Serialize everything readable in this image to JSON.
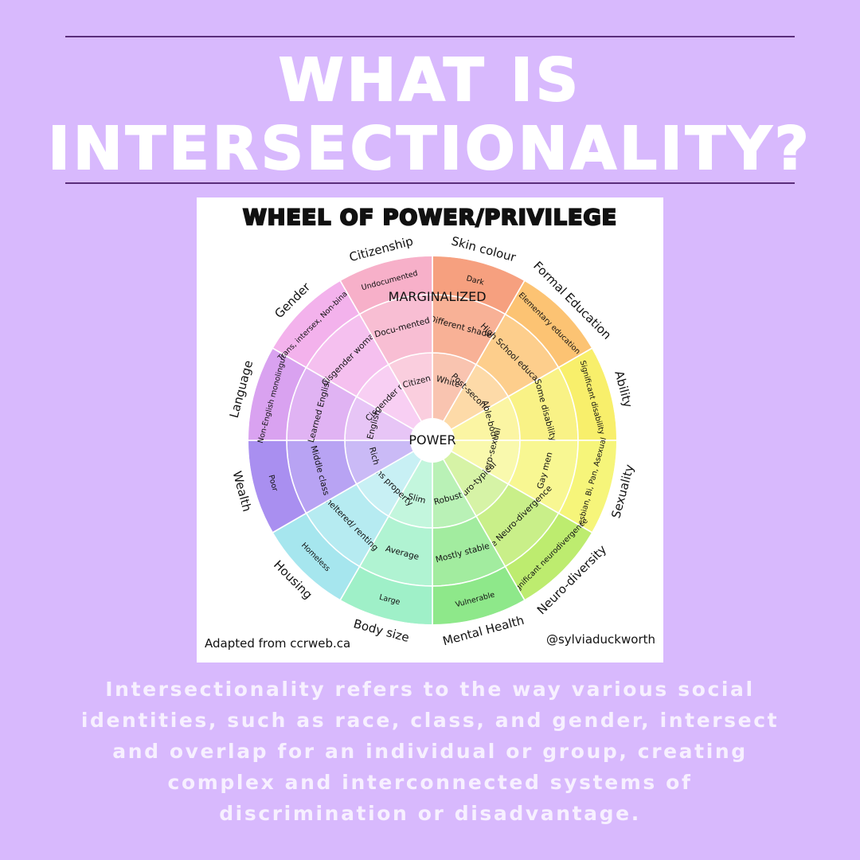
{
  "header": {
    "title_lines": [
      "WHAT IS",
      "INTERSECTIONALITY?"
    ]
  },
  "wheel": {
    "title": "WHEEL OF POWER/PRIVILEGE",
    "center_label": "POWER",
    "marginalized_label": "MARGINALIZED",
    "credit_left": "Adapted from ccrweb.ca",
    "credit_right": "@sylviaduckworth",
    "colors": {
      "skin": "#f6a07f",
      "education": "#fcc373",
      "ability": "#f8ef6b",
      "sexuality": "#f6f57a",
      "neurodiversity": "#bdec6f",
      "mental_health": "#8ee88a",
      "body_size": "#9ff0c8",
      "housing": "#a6e6ee",
      "wealth": "#a98ff0",
      "language": "#d9a2f0",
      "gender": "#f3b2ec",
      "citizenship": "#f7b0c9"
    },
    "segments": [
      {
        "category": "Skin colour",
        "center": -75,
        "color_key": "skin",
        "rings": [
          "White",
          "Different shades",
          "Dark"
        ]
      },
      {
        "category": "Formal Education",
        "center": -45,
        "color_key": "education",
        "rings": [
          "Post-secondary",
          "High School education",
          "Elementary education"
        ]
      },
      {
        "category": "Ability",
        "center": -15,
        "color_key": "ability",
        "rings": [
          "Able-bodied",
          "Some disability",
          "Significant disability"
        ]
      },
      {
        "category": "Sexuality",
        "center": 15,
        "color_key": "sexuality",
        "rings": [
          "Hetero-sexual",
          "Gay men",
          "Lesbian, Bi, Pan, Asexual"
        ]
      },
      {
        "category": "Neuro-diversity",
        "center": 45,
        "color_key": "neurodiversity",
        "rings": [
          "Neuro-typical",
          "Some Neuro-divergence",
          "Significant neurodivergence"
        ]
      },
      {
        "category": "Mental Health",
        "center": 75,
        "color_key": "mental_health",
        "rings": [
          "Robust",
          "Mostly stable",
          "Vulnerable"
        ]
      },
      {
        "category": "Body size",
        "center": 105,
        "color_key": "body_size",
        "rings": [
          "Slim",
          "Average",
          "Large"
        ]
      },
      {
        "category": "Housing",
        "center": 135,
        "color_key": "housing",
        "rings": [
          "Owns property",
          "Sheltered/ renting",
          "Homeless"
        ]
      },
      {
        "category": "Wealth",
        "center": 165,
        "color_key": "wealth",
        "rings": [
          "Rich",
          "Middle class",
          "Poor"
        ]
      },
      {
        "category": "Language",
        "center": 195,
        "color_key": "language",
        "rings": [
          "English",
          "Learned English",
          "Non-English monolingual"
        ]
      },
      {
        "category": "Gender",
        "center": 225,
        "color_key": "gender",
        "rings": [
          "Cisgender man",
          "Cisgender woman",
          "Trans, intersex, Non-binary"
        ]
      },
      {
        "category": "Citizenship",
        "center": 255,
        "color_key": "citizenship",
        "rings": [
          "Citizen",
          "Docu-mented",
          "Undocumented"
        ]
      }
    ]
  },
  "description_lines": [
    "Intersectionality refers to the way various social",
    "identities, such as race, class, and gender, intersect",
    "and overlap for an individual or group, creating",
    "complex and interconnected systems of",
    "discrimination or disadvantage."
  ]
}
